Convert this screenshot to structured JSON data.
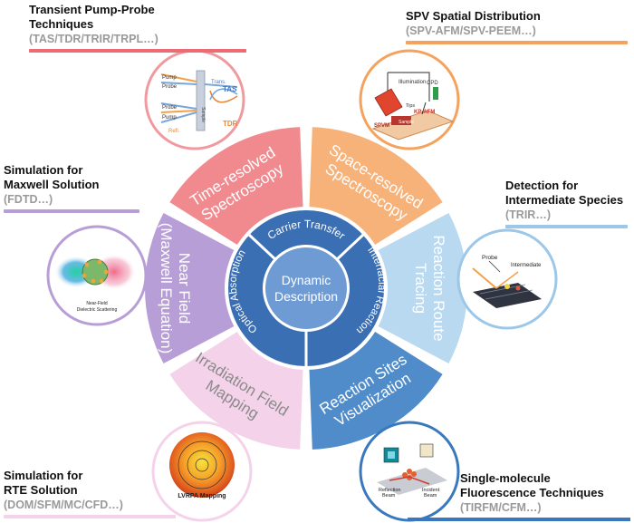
{
  "center": {
    "line1": "Dynamic",
    "line2": "Description"
  },
  "ring": {
    "top": "Carrier Transfer",
    "right": "Interfacial Reaction",
    "left": "Optical Absorption"
  },
  "sectors": [
    {
      "id": "time",
      "line1": "Time-resolved",
      "line2": "Spectroscopy",
      "color": "#f08a8f"
    },
    {
      "id": "space",
      "line1": "Space-resolved",
      "line2": "Spectroscopy",
      "color": "#f7b27a"
    },
    {
      "id": "route",
      "line1": "Reaction Route",
      "line2": "Tracing",
      "color": "#b9d9f0"
    },
    {
      "id": "sites",
      "line1": "Reaction Sites",
      "line2": "Visualization",
      "color": "#4f8cc9"
    },
    {
      "id": "irr",
      "line1": "Irradiation Field",
      "line2": "Mapping",
      "color": "#f4d3ea"
    },
    {
      "id": "near",
      "line1": "Near Field",
      "line2": "(Maxwell Equation)",
      "color": "#b79ed6"
    }
  ],
  "corners": {
    "top_left": {
      "title1": "Transient Pump-Probe",
      "title2": "Techniques",
      "sub": "(TAS/TDR/TRIR/TRPL…)",
      "color": "#ec6b74"
    },
    "top_right": {
      "title1": "SPV Spatial Distribution",
      "sub": "(SPV-AFM/SPV-PEEM…)",
      "color": "#f5a25d"
    },
    "mid_left": {
      "title1": "Simulation for",
      "title2": "Maxwell Solution",
      "sub": "(FDTD…)",
      "color": "#b79ed6"
    },
    "mid_right": {
      "title1": "Detection for",
      "title2": "Intermediate Species",
      "sub": "(TRIR…)",
      "color": "#9cc7e8"
    },
    "bottom_left": {
      "title1": "Simulation for",
      "title2": "RTE Solution",
      "sub": "(DOM/SFM/MC/CFD…)",
      "color": "#f4d3ea"
    },
    "bottom_right": {
      "title1": "Single-molecule",
      "title2": "Fluorescence Techniques",
      "sub": "(TIRFM/CFM…)",
      "color": "#3a78bd"
    }
  },
  "insets": {
    "tas": {
      "pump1": "Pump",
      "probe1": "Probe",
      "trans": "Trans.",
      "tas": "TAS",
      "probe2": "Probe",
      "pump2": "Pump",
      "refl": "Refl.",
      "tdr": "TDR",
      "sample": "Sample"
    },
    "spv": {
      "illumination": "Illumination",
      "cpd": "CPD",
      "tips": "Tips",
      "kpafm": "KP-AFM",
      "spvm": "SPVM",
      "sample": "Sample"
    },
    "near": {
      "caption1": "Near-Field",
      "caption2": "Dielectric Scattering"
    },
    "inter": {
      "probe": "Probe",
      "intermediate": "Intermediate"
    },
    "lvrpa": {
      "caption": "LVRPA Mapping"
    },
    "fluor": {
      "reflection1": "Reflection",
      "reflection2": "Beam",
      "incident1": "Incident",
      "incident2": "Beam"
    }
  }
}
